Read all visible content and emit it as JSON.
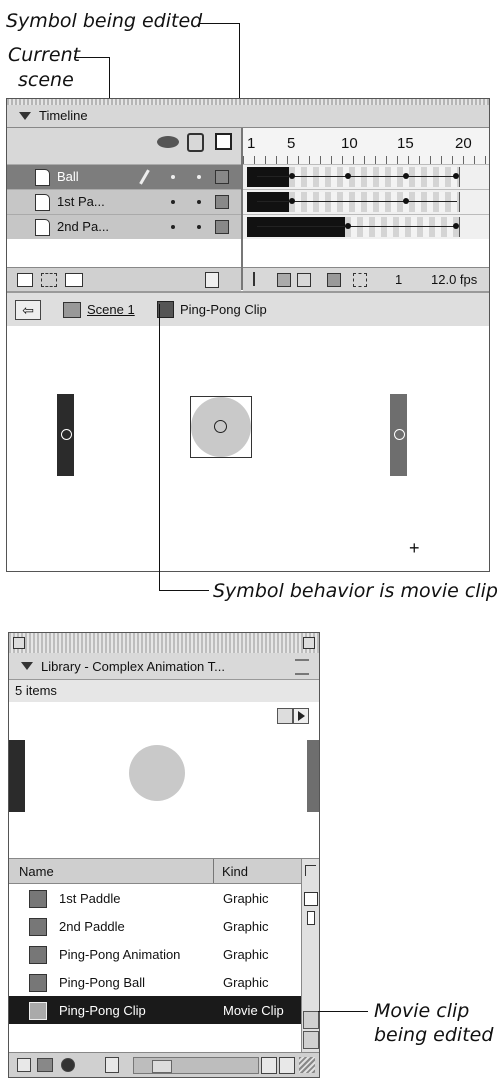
{
  "callouts": {
    "symbol_being_edited": "Symbol being edited",
    "current_scene_1": "Current",
    "current_scene_2": "scene",
    "symbol_behavior": "Symbol behavior is movie clip",
    "movie_clip_edited_1": "Movie clip",
    "movie_clip_edited_2": "being edited"
  },
  "timeline": {
    "title": "Timeline",
    "ruler": [
      "1",
      "5",
      "10",
      "15",
      "20"
    ],
    "layers": [
      {
        "name": "Ball",
        "selected": true
      },
      {
        "name": "1st Pa...",
        "selected": false
      },
      {
        "name": "2nd Pa...",
        "selected": false
      }
    ],
    "status": {
      "frame": "1",
      "fps": "12.0 fps"
    }
  },
  "edit_bar": {
    "scene": "Scene 1",
    "symbol": "Ping-Pong Clip"
  },
  "library": {
    "title": "Library - Complex Animation T...",
    "count": "5 items",
    "columns": {
      "name": "Name",
      "kind": "Kind"
    },
    "items": [
      {
        "name": "1st Paddle",
        "kind": "Graphic"
      },
      {
        "name": "2nd Paddle",
        "kind": "Graphic"
      },
      {
        "name": "Ping-Pong Animation",
        "kind": "Graphic"
      },
      {
        "name": "Ping-Pong Ball",
        "kind": "Graphic"
      },
      {
        "name": "Ping-Pong Clip",
        "kind": "Movie Clip"
      }
    ]
  },
  "colors": {
    "paddle_left": "#2b2b2b",
    "paddle_right": "#6e6e6e",
    "ball": "#c9c9c9",
    "selection": "#1a1a1a"
  }
}
